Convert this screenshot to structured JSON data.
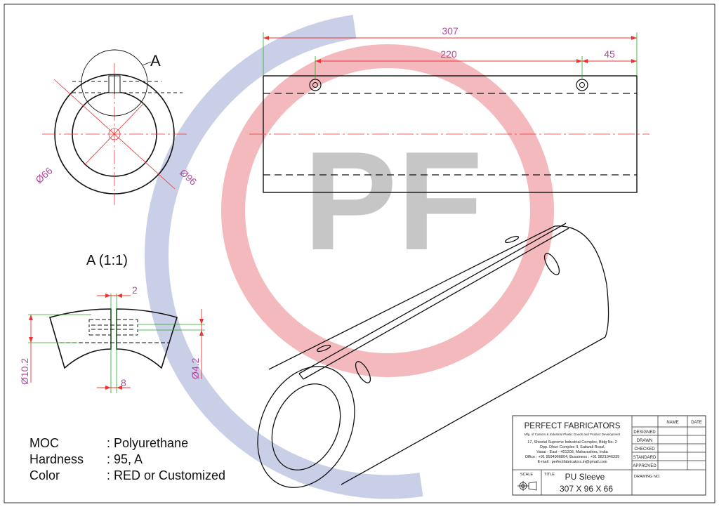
{
  "top_view": {
    "overall_length": "307",
    "hole_spacing": "220",
    "hole_offset": "45"
  },
  "section_view": {
    "detail_callout": "A",
    "outer_diameter": "Ø96",
    "inner_diameter": "Ø66"
  },
  "detail_view": {
    "title": "A (1:1)",
    "slot_width": "2",
    "slot_depth": "8",
    "groove_diameter_left": "Ø10.2",
    "groove_diameter_right": "Ø4.2"
  },
  "watermark": {
    "text": "PF",
    "colors": {
      "ring": "#f4b9bd",
      "arc": "#c9cfe6",
      "letters": "#c6c6c6"
    }
  },
  "specs": [
    {
      "label": "MOC",
      "value": ": Polyurethane"
    },
    {
      "label": "Hardness",
      "value": ": 95, A"
    },
    {
      "label": "Color",
      "value": ": RED or Customized"
    }
  ],
  "title_block": {
    "company": "PERFECT FABRICATORS",
    "tagline": "Mfg. of Castors & Industrial Plastic Goods and Product Development",
    "address_lines": [
      "17, Sheetal Supreme Industrial Complex, Bldg No. 2",
      "Opp. Dhuri Complex II, Satiwali Road,",
      "Vasai - East - 401208, Maharashtra, India",
      "Office : +91 9594966804, Bussiness : +91 9821946339",
      "E-mail : perfectfabricators.in@gmail.com"
    ],
    "col_name": "NAME",
    "col_date": "DATE",
    "rows": [
      "DESIGNED",
      "DRAWN",
      "CHECKED",
      "STANDARD",
      "APPROVED"
    ],
    "scale_label": "SCALE",
    "title_label": "TITLE",
    "part_name": "PU Sleeve",
    "part_size": "307 X 96 X 66",
    "drawing_no_label": "DRAWING NO."
  }
}
